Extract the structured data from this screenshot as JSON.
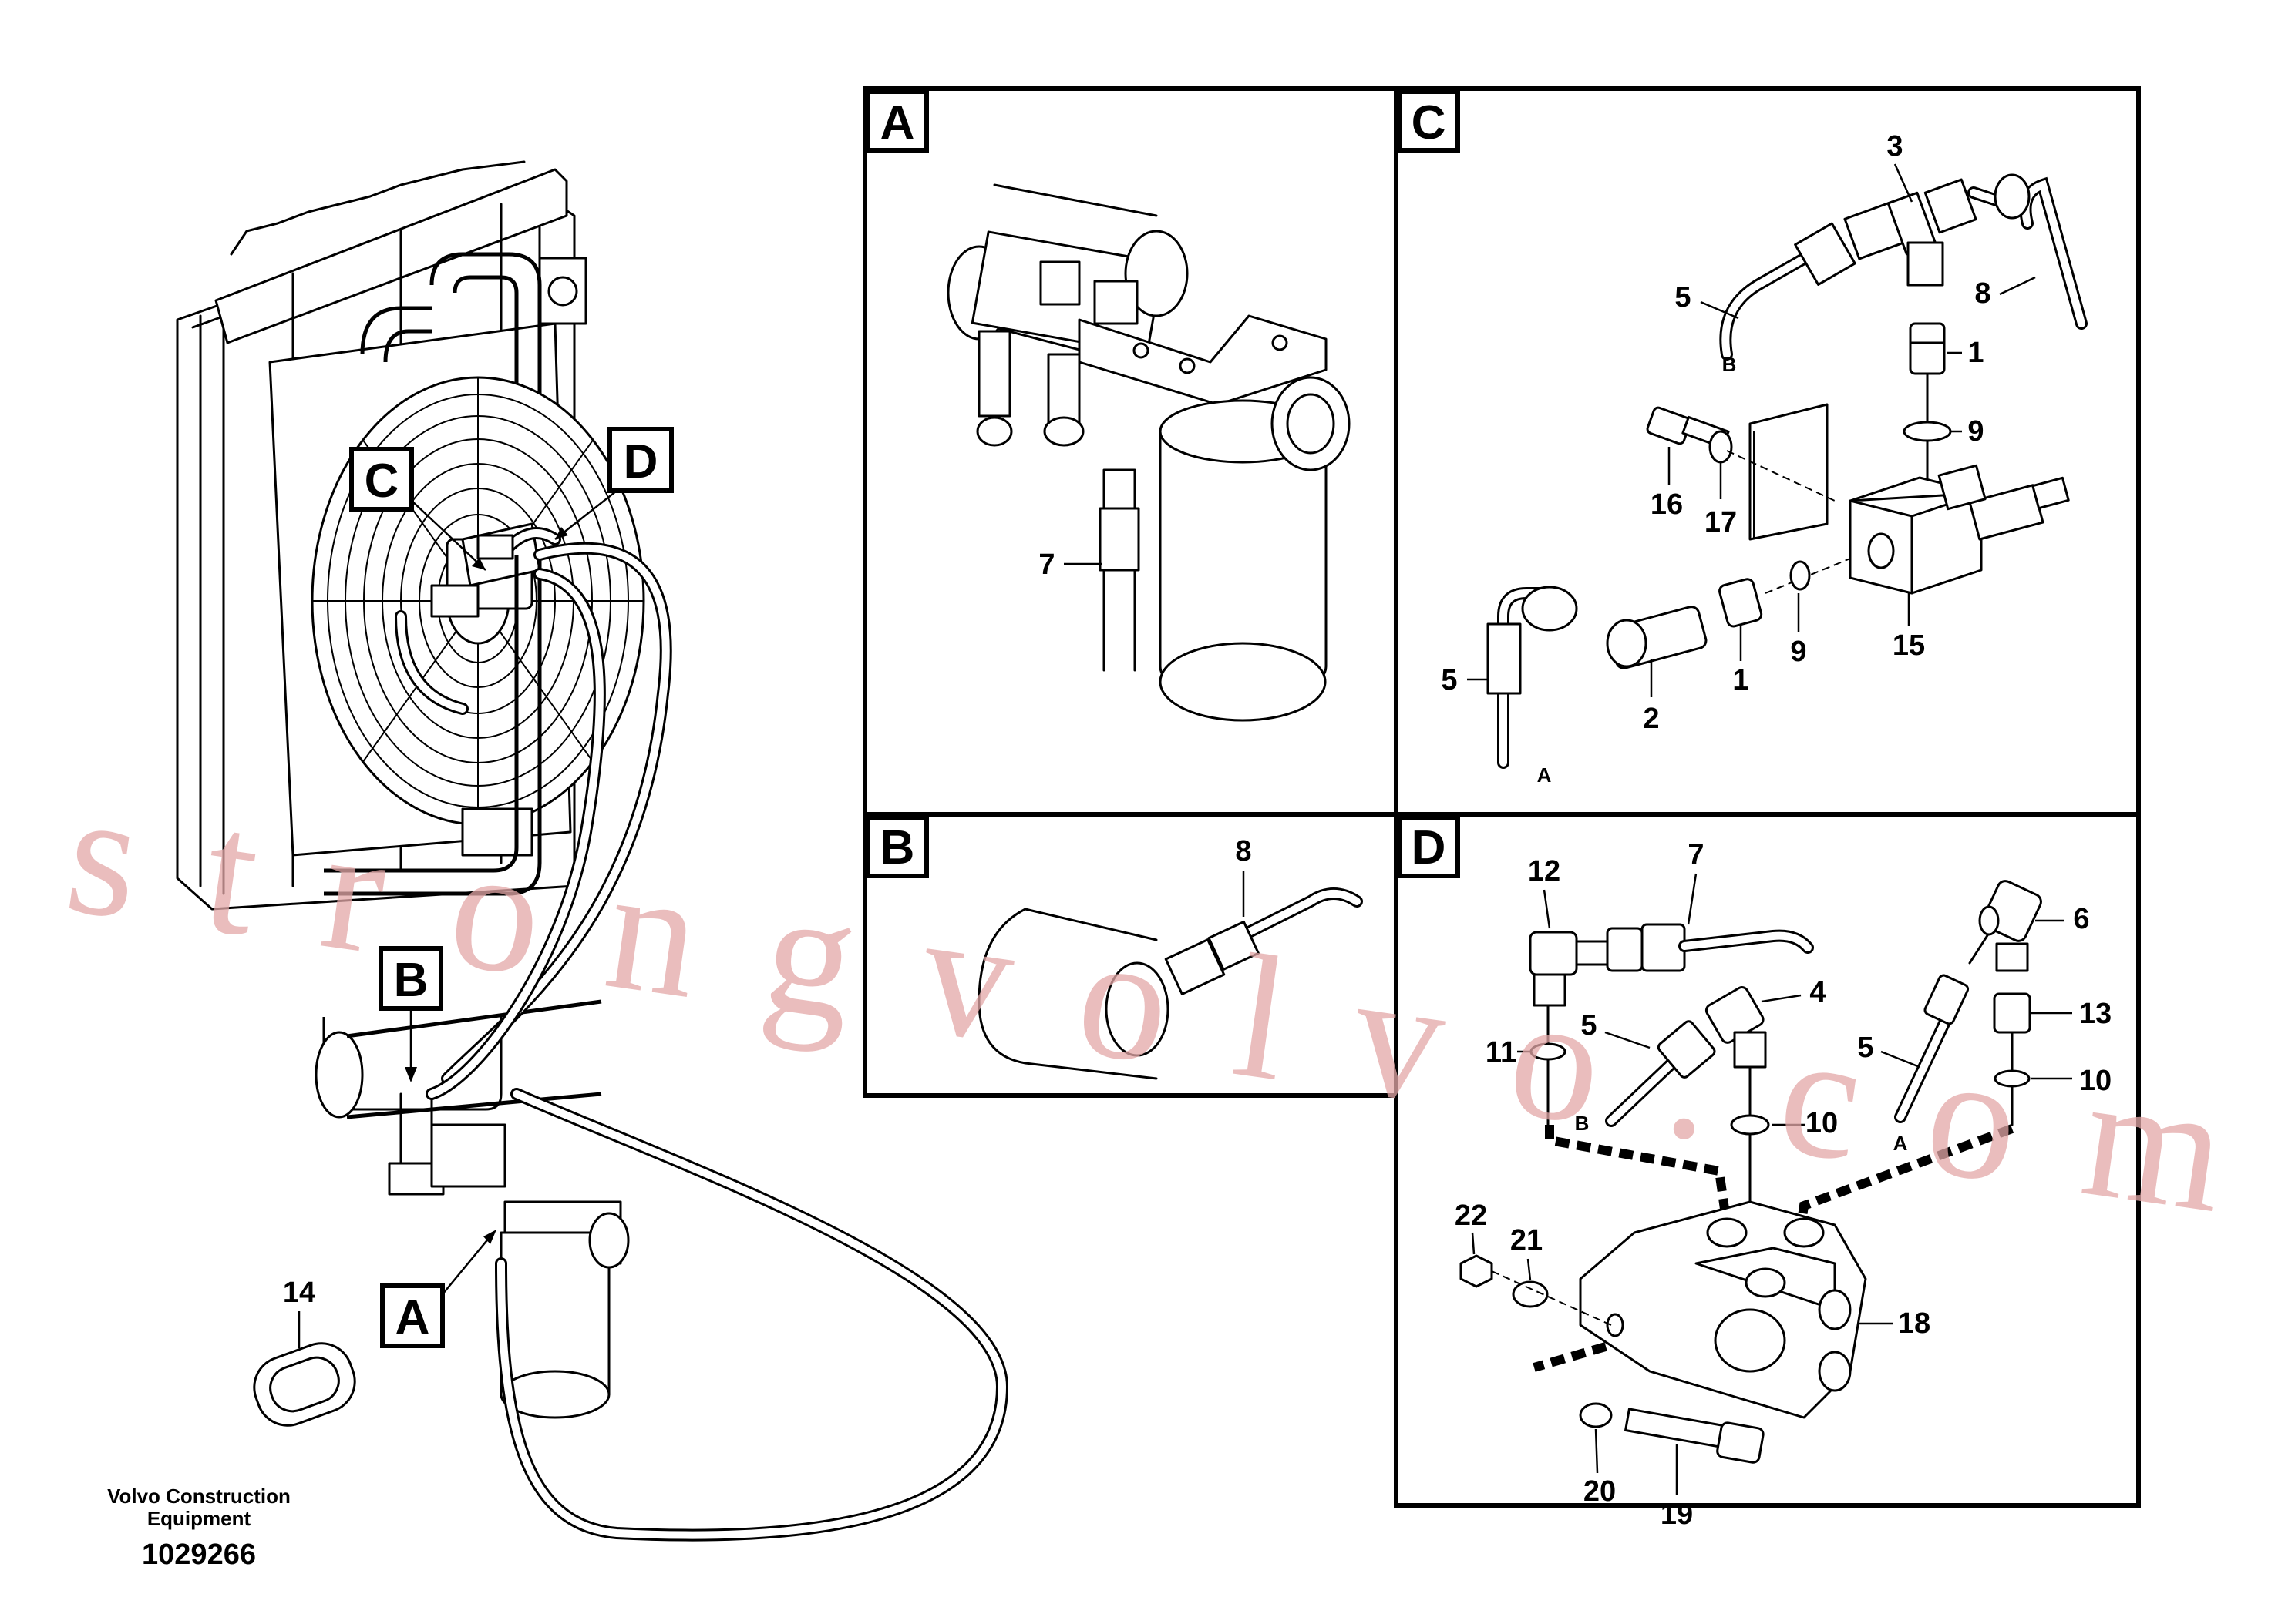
{
  "diagram": {
    "footer": {
      "company_line1": "Volvo Construction",
      "company_line2": "Equipment",
      "drawing_number": "1029266"
    },
    "watermark": "strongvolvo.com",
    "overview_callouts": {
      "c": "C",
      "d": "D",
      "b": "B",
      "a": "A",
      "part14": "14"
    },
    "panel_a": {
      "letter": "A",
      "labels": {
        "p7": "7"
      }
    },
    "panel_b": {
      "letter": "B",
      "labels": {
        "p8": "8"
      }
    },
    "panel_c": {
      "letter": "C",
      "labels": {
        "p3": "3",
        "p5_top": "5",
        "p8": "8",
        "p1_top": "1",
        "p9_top": "9",
        "p16": "16",
        "p17": "17",
        "p5_bottom": "5",
        "p2": "2",
        "p1_bottom": "1",
        "p9_bottom": "9",
        "p15": "15",
        "hose_b": "B",
        "hose_a": "A"
      }
    },
    "panel_d": {
      "letter": "D",
      "labels": {
        "p12": "12",
        "p7": "7",
        "p6": "6",
        "p4": "4",
        "p13": "13",
        "p5_left": "5",
        "p5_right": "5",
        "p11": "11",
        "p10_mid": "10",
        "p10_right": "10",
        "p22": "22",
        "p21": "21",
        "p18": "18",
        "p20": "20",
        "p19": "19",
        "hose_b": "B",
        "hose_a": "A"
      }
    }
  }
}
